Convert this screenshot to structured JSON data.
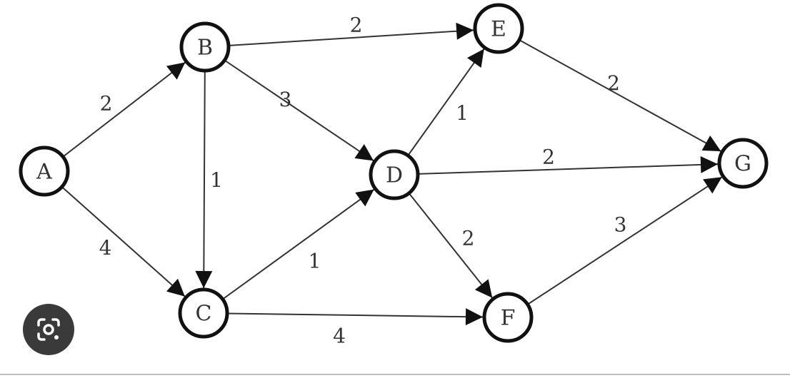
{
  "graph": {
    "nodes": [
      {
        "id": "A",
        "label": "A"
      },
      {
        "id": "B",
        "label": "B"
      },
      {
        "id": "C",
        "label": "C"
      },
      {
        "id": "D",
        "label": "D"
      },
      {
        "id": "E",
        "label": "E"
      },
      {
        "id": "F",
        "label": "F"
      },
      {
        "id": "G",
        "label": "G"
      }
    ],
    "edges": [
      {
        "from": "A",
        "to": "B",
        "weight": "2"
      },
      {
        "from": "A",
        "to": "C",
        "weight": "4"
      },
      {
        "from": "B",
        "to": "C",
        "weight": "1"
      },
      {
        "from": "B",
        "to": "D",
        "weight": "3"
      },
      {
        "from": "B",
        "to": "E",
        "weight": "2"
      },
      {
        "from": "C",
        "to": "D",
        "weight": "1"
      },
      {
        "from": "C",
        "to": "F",
        "weight": "4"
      },
      {
        "from": "D",
        "to": "E",
        "weight": "1"
      },
      {
        "from": "D",
        "to": "G",
        "weight": "2"
      },
      {
        "from": "D",
        "to": "F",
        "weight": "2"
      },
      {
        "from": "E",
        "to": "G",
        "weight": "2"
      },
      {
        "from": "F",
        "to": "G",
        "weight": "3"
      }
    ]
  },
  "overlay": {
    "icon": "google-lens-icon",
    "button_color": "#3a3a3a"
  },
  "colors": {
    "node_stroke": "#111111",
    "edge": "#333333",
    "background": "#ffffff"
  }
}
